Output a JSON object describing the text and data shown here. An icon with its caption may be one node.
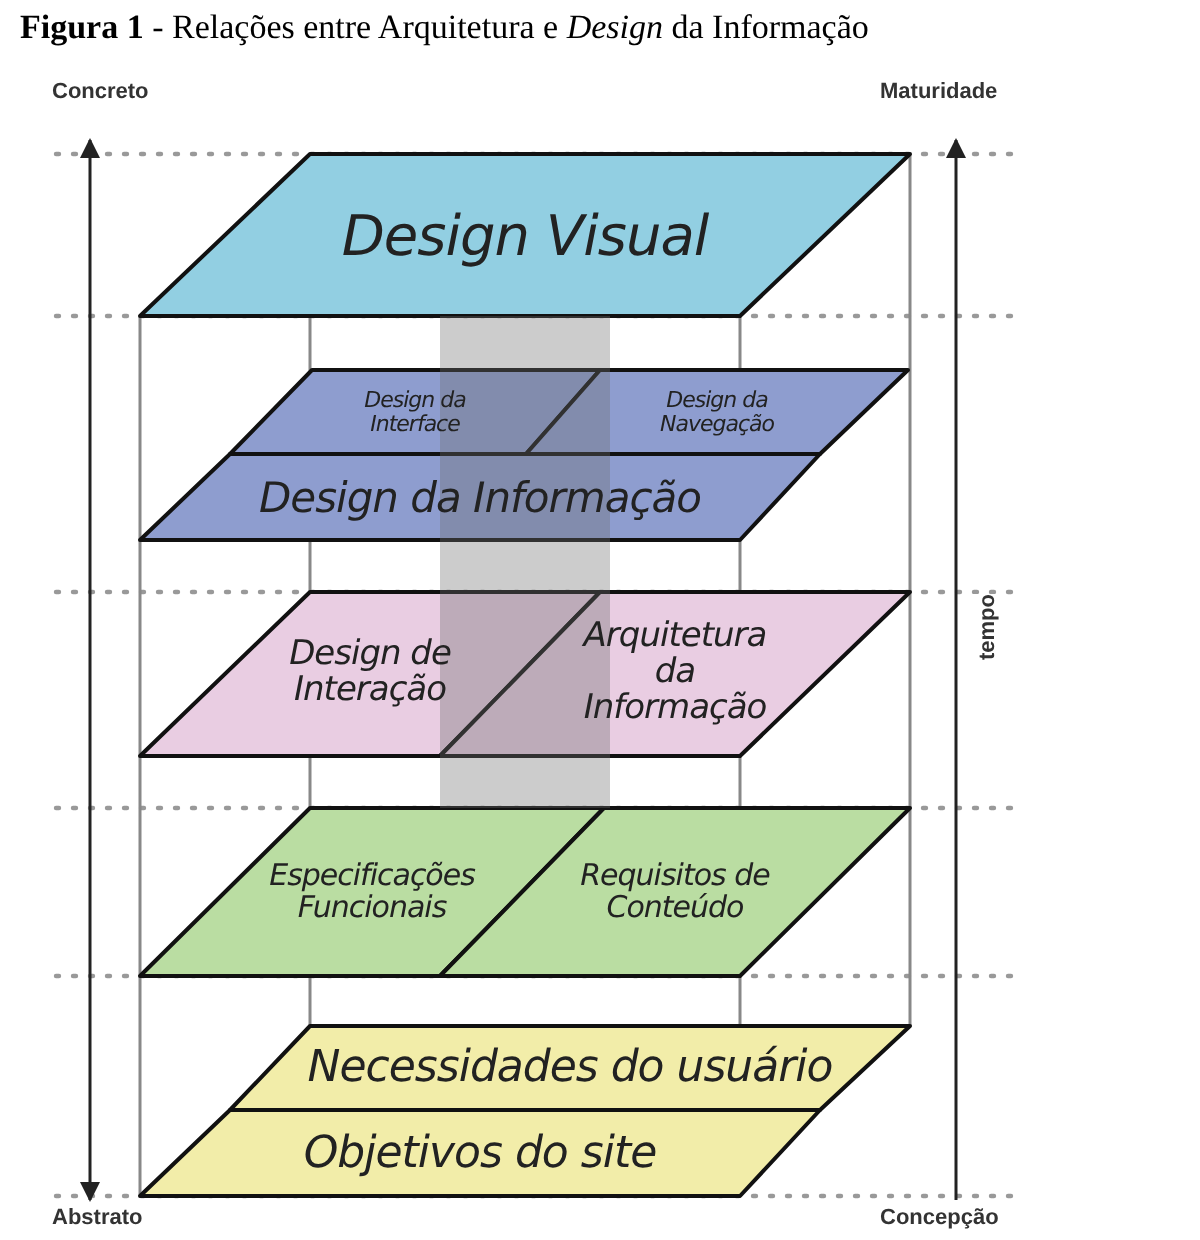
{
  "diagram": {
    "title": "**Figura 1** - Relações entre Arquitetura e *Design* da Informação",
    "nodes": [
      {
        "text": [
          "Design Visual"
        ]
      },
      {
        "text": [
          "Design da Interface"
        ]
      },
      {
        "text": [
          "Design da Navegação"
        ]
      },
      {
        "text": [
          "Design da Informação"
        ]
      },
      {
        "text": [
          "Design de Interação"
        ]
      },
      {
        "text": [
          "Arquitetura da Informação"
        ]
      },
      {
        "text": [
          "Especificações Funcionais"
        ]
      },
      {
        "text": [
          "Requisitos de Conteúdo"
        ]
      },
      {
        "text": [
          "Necessidades do usuário"
        ]
      },
      {
        "text": [
          "Objetivos do site"
        ]
      }
    ],
    "edges": [],
    "labels": [
      "Concreto",
      "Maturidade",
      "tempo",
      "Abstrato",
      "Concepção"
    ]
  }
}
